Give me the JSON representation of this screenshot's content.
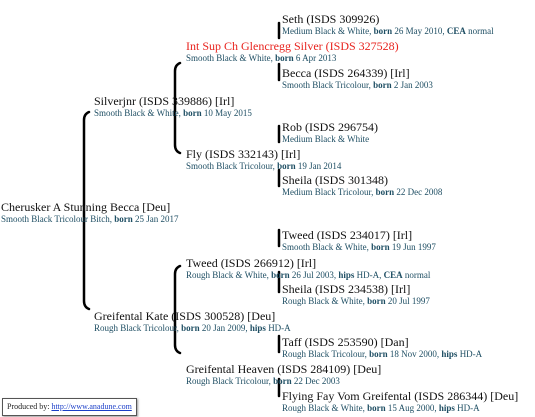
{
  "pedigree": {
    "dog": {
      "name": "Cherusker A Stunning Becca [Deu]",
      "desc_pre": "Smooth Black Tricolour Bitch, ",
      "born_word": "born",
      "born": " 25 Jan 2017"
    },
    "sire": {
      "name": "Silverjnr (ISDS 339886) [Irl]",
      "desc_pre": "Smooth Black & White, ",
      "born_word": "born",
      "born": " 10 May 2015"
    },
    "sire_sire": {
      "name": "Int Sup Ch Glencregg Silver (ISDS 327528)",
      "desc_pre": "Smooth Black & White, ",
      "born_word": "born",
      "born": " 6 Apr 2013"
    },
    "sire_sire_sire": {
      "name": "Seth (ISDS 309926)",
      "desc_pre": "Medium Black & White, ",
      "born_word": "born",
      "born": " 26 May 2010, ",
      "extra_word": "CEA",
      "extra": " normal"
    },
    "sire_sire_dam": {
      "name": "Becca (ISDS 264339) [Irl]",
      "desc_pre": "Smooth Black Tricolour, ",
      "born_word": "born",
      "born": " 2 Jan 2003"
    },
    "sire_dam": {
      "name": "Fly (ISDS 332143) [Irl]",
      "desc_pre": "Smooth Black Tricolour, ",
      "born_word": "born",
      "born": " 19 Jan 2014"
    },
    "sire_dam_sire": {
      "name": "Rob (ISDS 296754)",
      "desc_pre": "Medium Black & White"
    },
    "sire_dam_dam": {
      "name": "Sheila (ISDS 301348)",
      "desc_pre": "Medium Black Tricolour, ",
      "born_word": "born",
      "born": " 22 Dec 2008"
    },
    "dam": {
      "name": "Greifental Kate (ISDS 300528) [Deu]",
      "desc_pre": "Rough Black Tricolour, ",
      "born_word": "born",
      "born": " 20 Jan 2009, ",
      "hips_word": "hips",
      "hips": " HD-A"
    },
    "dam_sire": {
      "name": "Tweed (ISDS 266912) [Irl]",
      "desc_pre": "Rough Black & White, ",
      "born_word": "born",
      "born": " 26 Jul 2003, ",
      "hips_word": "hips",
      "hips": " HD-A, ",
      "extra_word": "CEA",
      "extra": " normal"
    },
    "dam_sire_sire": {
      "name": "Tweed (ISDS 234017) [Irl]",
      "desc_pre": "Smooth Black & White, ",
      "born_word": "born",
      "born": " 19 Jun 1997"
    },
    "dam_sire_dam": {
      "name": "Sheila (ISDS 234538) [Irl]",
      "desc_pre": "Rough Black & White, ",
      "born_word": "born",
      "born": " 20 Jul 1997"
    },
    "dam_dam": {
      "name": "Greifental Heaven (ISDS 284109) [Deu]",
      "desc_pre": "Rough Black Tricolour, ",
      "born_word": "born",
      "born": " 22 Dec 2003"
    },
    "dam_dam_sire": {
      "name": "Taff (ISDS 253590) [Dan]",
      "desc_pre": "Rough Black Tricolour, ",
      "born_word": "born",
      "born": " 18 Nov 2000, ",
      "hips_word": "hips",
      "hips": " HD-A"
    },
    "dam_dam_dam": {
      "name": "Flying Fay Vom Greifental (ISDS 286344) [Deu]",
      "desc_pre": "Rough Black & White, ",
      "born_word": "born",
      "born": " 15 Aug 2000, ",
      "hips_word": "hips",
      "hips": " HD-A"
    }
  },
  "footer": {
    "label": "Produced by:",
    "link": "http://www.anadune.com"
  },
  "colors": {
    "highlight_name": "#e8231e",
    "description": "#1e4e63",
    "bracket": "#000000"
  }
}
